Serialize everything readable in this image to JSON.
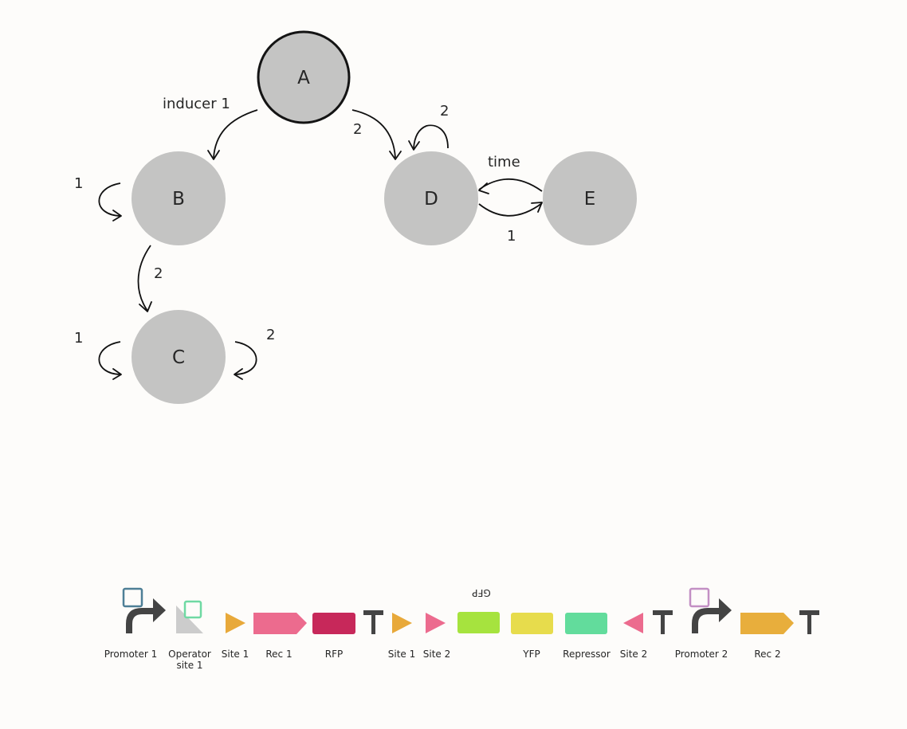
{
  "state_diagram": {
    "states": [
      {
        "id": "A",
        "label": "A",
        "active": true
      },
      {
        "id": "B",
        "label": "B",
        "active": false
      },
      {
        "id": "C",
        "label": "C",
        "active": false
      },
      {
        "id": "D",
        "label": "D",
        "active": false
      },
      {
        "id": "E",
        "label": "E",
        "active": false
      }
    ],
    "transitions": [
      {
        "id": "a-b",
        "from": "A",
        "to": "B",
        "label": "inducer 1"
      },
      {
        "id": "a-d",
        "from": "A",
        "to": "D",
        "label": "2"
      },
      {
        "id": "b-self",
        "from": "B",
        "to": "B",
        "label": "1"
      },
      {
        "id": "b-c",
        "from": "B",
        "to": "C",
        "label": "2"
      },
      {
        "id": "c-self-left",
        "from": "C",
        "to": "C",
        "label": "1"
      },
      {
        "id": "c-self-right",
        "from": "C",
        "to": "C",
        "label": "2"
      },
      {
        "id": "d-self",
        "from": "D",
        "to": "D",
        "label": "2"
      },
      {
        "id": "e-d",
        "from": "E",
        "to": "D",
        "label": "time"
      },
      {
        "id": "d-e",
        "from": "D",
        "to": "E",
        "label": "1"
      }
    ]
  },
  "genetic_construct": {
    "parts": [
      {
        "id": "promoter1",
        "glyph": "promoter",
        "label": "Promoter 1",
        "color": "#444444",
        "operator_color": "#4e7f96"
      },
      {
        "id": "operator1",
        "glyph": "operator",
        "label": "Operator site 1",
        "label_lines": [
          "Operator",
          "site 1"
        ],
        "color": "#cccccc",
        "operator_color": "#6fd9a3"
      },
      {
        "id": "site1a",
        "glyph": "site-forward",
        "label": "Site 1",
        "color": "#e8a93a"
      },
      {
        "id": "rec1",
        "glyph": "cds",
        "label": "Rec 1",
        "color": "#ec6b8e"
      },
      {
        "id": "rfp",
        "glyph": "gene-box",
        "label": "RFP",
        "color": "#c7285a"
      },
      {
        "id": "term1",
        "glyph": "terminator",
        "label": "",
        "color": "#444444"
      },
      {
        "id": "site1b",
        "glyph": "site-forward",
        "label": "Site 1",
        "color": "#e8a93a"
      },
      {
        "id": "site2a",
        "glyph": "site-forward",
        "label": "Site 2",
        "color": "#ec6b8e"
      },
      {
        "id": "gfp",
        "glyph": "gene-box",
        "label": "",
        "top_label": "GFP",
        "top_label_flipped": true,
        "color": "#a6e33e"
      },
      {
        "id": "yfp",
        "glyph": "gene-box",
        "label": "YFP",
        "color": "#e7dc4c"
      },
      {
        "id": "repressor",
        "glyph": "gene-box",
        "label": "Repressor",
        "color": "#62dc9c"
      },
      {
        "id": "site2b",
        "glyph": "site-reverse",
        "label": "Site 2",
        "color": "#ec6b8e"
      },
      {
        "id": "term2",
        "glyph": "terminator",
        "label": "",
        "color": "#444444"
      },
      {
        "id": "promoter2",
        "glyph": "promoter",
        "label": "Promoter 2",
        "color": "#444444",
        "operator_color": "#c38fc4"
      },
      {
        "id": "rec2",
        "glyph": "cds",
        "label": "Rec 2",
        "color": "#e8ae3c"
      },
      {
        "id": "term3",
        "glyph": "terminator",
        "label": "",
        "color": "#444444"
      }
    ]
  }
}
